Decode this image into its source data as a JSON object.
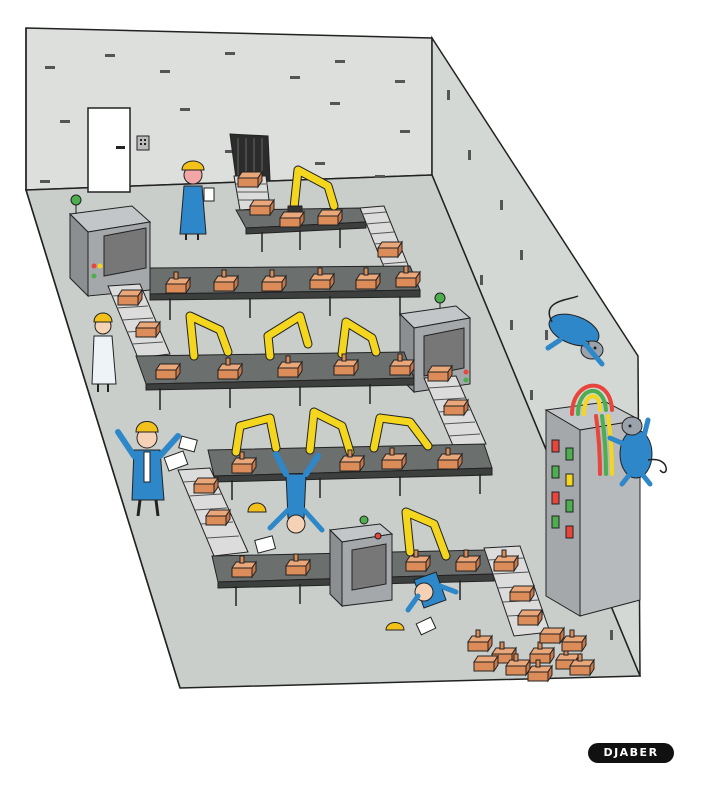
{
  "signature": {
    "text": "DJABER"
  },
  "colors": {
    "wall": "#d9ddd9",
    "floor": "#c7ccc8",
    "conveyor": "#6b6f6e",
    "robot_arm": "#f3d61d",
    "brick": "#dc8c58",
    "machine": "#a5a8ab",
    "worker_coat": "#2e87c8",
    "hard_hat": "#f2c21b",
    "rat_suit": "#2e87c8",
    "cable_red": "#e8453c",
    "cable_green": "#4cae4f",
    "cable_yellow": "#f3d61d"
  },
  "scene": {
    "description_icons": [
      "factory-room",
      "conveyor-belt",
      "robot-arm",
      "brick",
      "worker",
      "rat-saboteur",
      "electrical-panel",
      "door"
    ]
  }
}
